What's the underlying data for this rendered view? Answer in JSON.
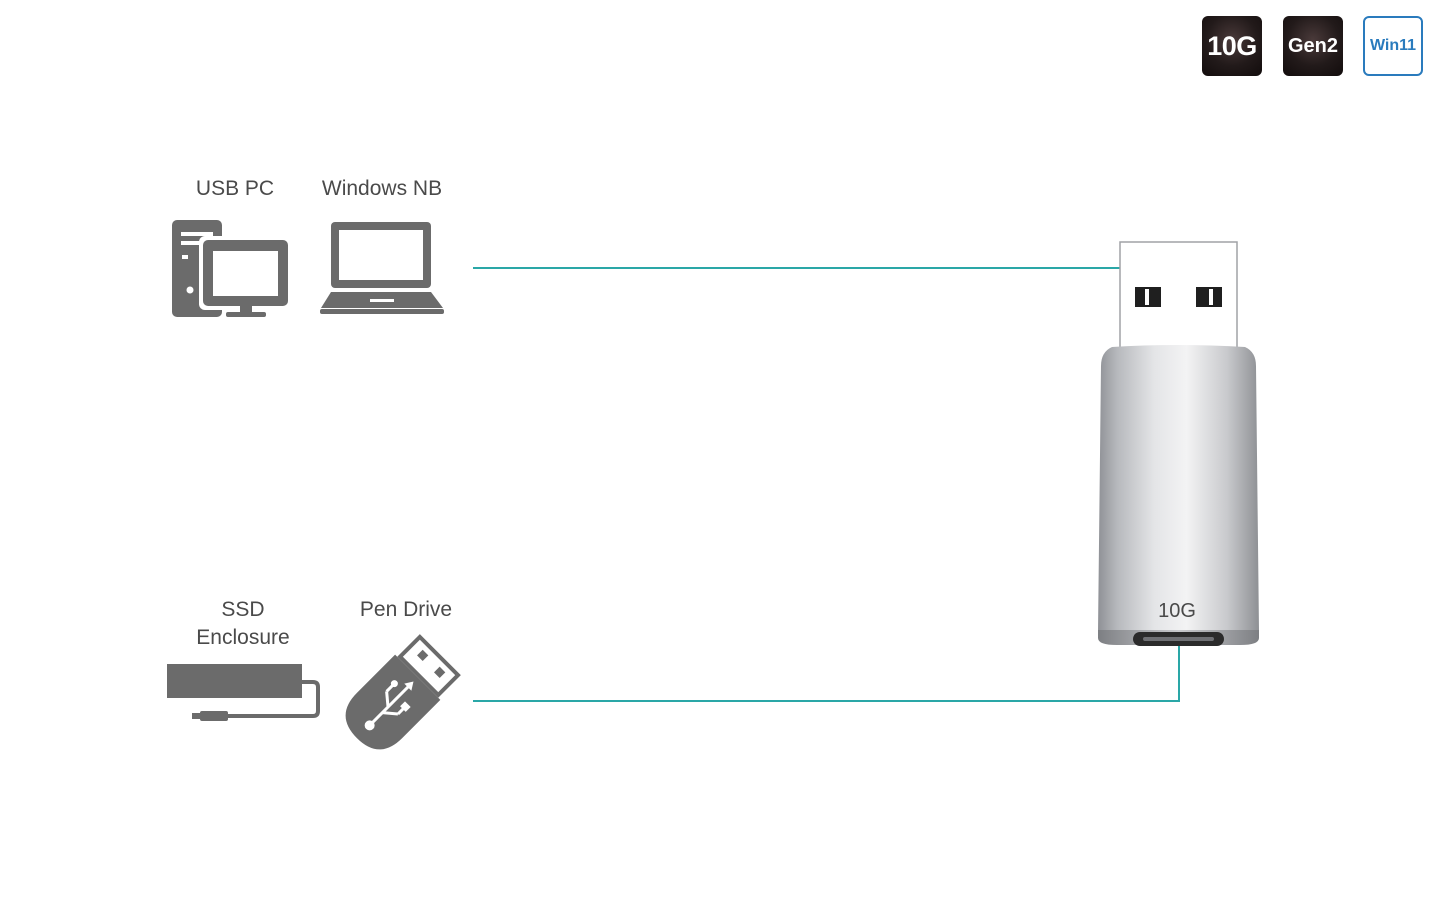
{
  "badges": {
    "speed": "10G",
    "gen": "Gen2",
    "os": "Win11"
  },
  "devices": {
    "usb_pc": "USB PC",
    "windows_nb": "Windows NB",
    "ssd_line1": "SSD",
    "ssd_line2": "Enclosure",
    "pen_drive": "Pen Drive"
  },
  "adapter": {
    "label": "10G"
  },
  "colors": {
    "connector_line": "#2aa7a7",
    "icon_gray": "#6b6b6b",
    "label_gray": "#4a4a4a",
    "win11_blue": "#2a7bbd"
  }
}
